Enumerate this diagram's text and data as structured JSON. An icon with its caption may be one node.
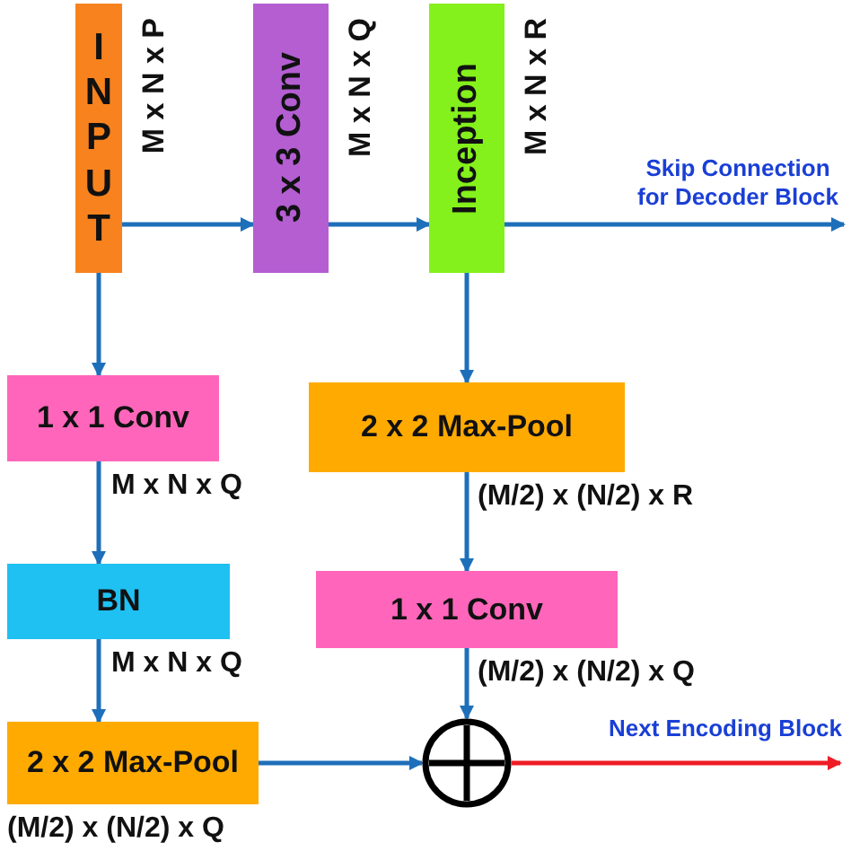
{
  "diagram": {
    "nodes": [
      {
        "text": [
          "INPUT"
        ],
        "beside": [
          "M x N x P"
        ]
      },
      {
        "text": [
          "3 x 3 Conv"
        ],
        "beside": [
          "M x N x Q"
        ]
      },
      {
        "text": [
          "Inception"
        ],
        "beside": [
          "M x N x R"
        ]
      },
      {
        "text": [
          "1 x 1 Conv"
        ],
        "beside": [
          "M x N x Q"
        ]
      },
      {
        "text": [
          "BN"
        ],
        "beside": [
          "M x N x Q"
        ]
      },
      {
        "text": [
          "2 x 2 Max-Pool"
        ],
        "beside": [
          "(M/2) x (N/2) x Q"
        ]
      },
      {
        "text": [
          "2 x 2 Max-Pool"
        ],
        "beside": [
          "(M/2) x (N/2) x R"
        ]
      },
      {
        "text": [
          "1 x 1 Conv"
        ],
        "beside": [
          "(M/2) x (N/2) x Q"
        ]
      },
      {
        "text": [],
        "shape": "circle"
      }
    ],
    "edges": [
      {
        "from": 0,
        "to": 1,
        "arrow": "to"
      },
      {
        "from": 1,
        "to": 2,
        "arrow": "to"
      },
      {
        "from": 2,
        "to": null,
        "arrow": "to",
        "label": "Skip Connection for Decoder Block"
      },
      {
        "from": 0,
        "to": 3,
        "arrow": "to"
      },
      {
        "from": 3,
        "to": 4,
        "arrow": "to"
      },
      {
        "from": 4,
        "to": 5,
        "arrow": "to"
      },
      {
        "from": 5,
        "to": 8,
        "arrow": "to"
      },
      {
        "from": 2,
        "to": 6,
        "arrow": "to"
      },
      {
        "from": 6,
        "to": 7,
        "arrow": "to"
      },
      {
        "from": 7,
        "to": 8,
        "arrow": "to"
      },
      {
        "from": 8,
        "to": null,
        "arrow": "to",
        "label": "Next Encoding Block",
        "color": "#ee1c25"
      }
    ]
  }
}
